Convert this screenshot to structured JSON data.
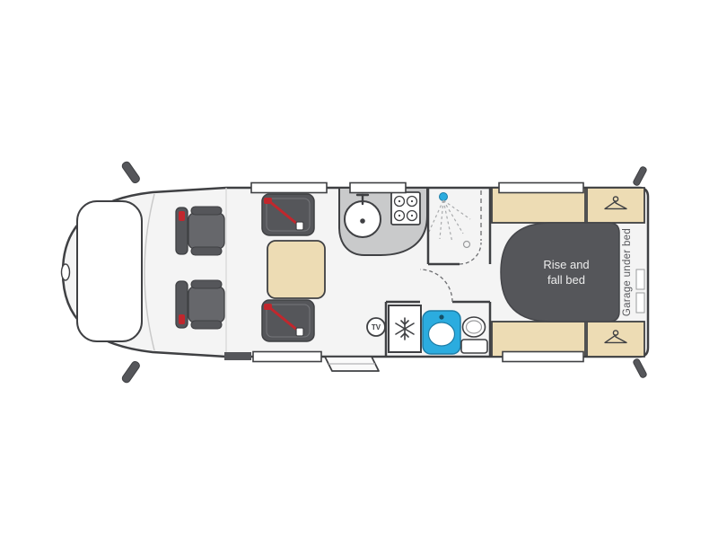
{
  "floorplan": {
    "labels": {
      "bed": "Rise and fall bed",
      "bed_lines": [
        "Rise and",
        "fall bed"
      ],
      "garage": "Garage under bed",
      "tv": "TV"
    },
    "colors": {
      "outline": "#3f4043",
      "floor": "#f4f4f4",
      "furniture_dark": "#55565a",
      "wood_beige": "#eddcb4",
      "counter_gray": "#c9cacb",
      "water_blue": "#2bacdf",
      "belt_red": "#c1272d",
      "bed_text": "#ededed"
    },
    "icons": {
      "wardrobes": "hanger-icon",
      "fridge": "snowflake-icon",
      "shower": "shower-head-icon",
      "kitchen_sink": "sink-tap-icon",
      "kitchen_hob": "hob-icon",
      "lounge_tv": "tv-badge",
      "seats": "seatbelt-icon"
    }
  }
}
